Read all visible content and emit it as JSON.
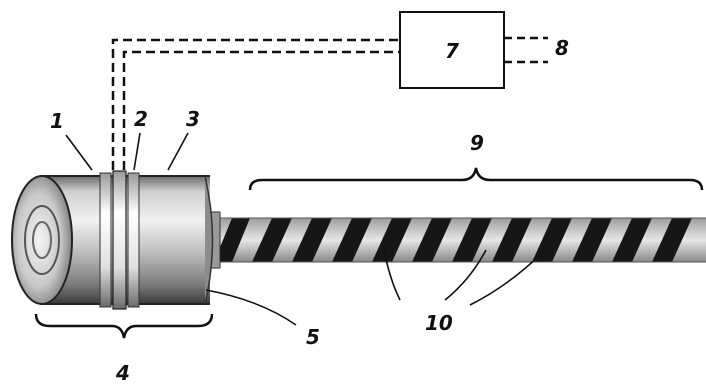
{
  "labels": {
    "l1": "1",
    "l2": "2",
    "l3": "3",
    "l4": "4",
    "l5": "5",
    "l7": "7",
    "l8": "8",
    "l9": "9",
    "l10": "10"
  },
  "colors": {
    "ink": "#111111",
    "cylinder_light": "#e8e8e8",
    "cylinder_mid": "#bdbdbd",
    "cylinder_dark": "#5a5a5a",
    "screw_dark": "#1a1a1a",
    "screw_light": "#dcdcdc"
  }
}
